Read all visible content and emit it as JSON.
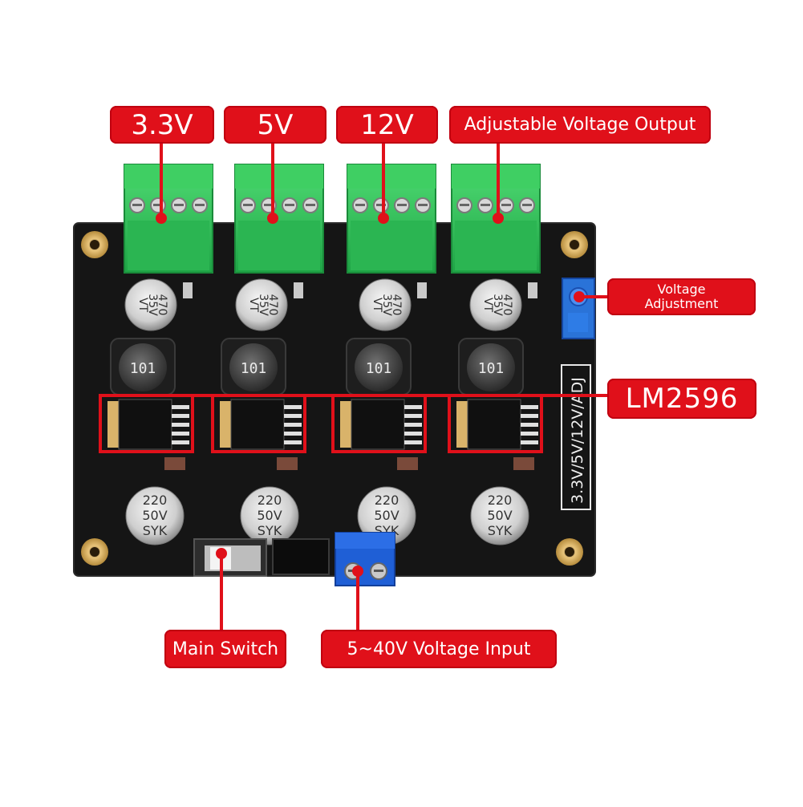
{
  "labels": {
    "v33": "3.3V",
    "v5": "5V",
    "v12": "12V",
    "adj_output": "Adjustable Voltage Output",
    "voltage_adjustment": "Voltage Adjustment",
    "lm2596": "LM2596",
    "main_switch": "Main Switch",
    "voltage_input": "5~40V Voltage Input"
  },
  "components": {
    "cap_top": [
      "470",
      "35V",
      "VT"
    ],
    "cap_bottom": [
      "220",
      "50V",
      "SYK"
    ],
    "inductor": "101",
    "silk_side": "3.3V/5V/12V/ADJ"
  },
  "colors": {
    "callout_red": "#e0101a",
    "board_black": "#141414",
    "terminal_green": "#33c25a",
    "input_blue": "#1f5fd6",
    "trimmer_blue": "#2a73d8"
  }
}
